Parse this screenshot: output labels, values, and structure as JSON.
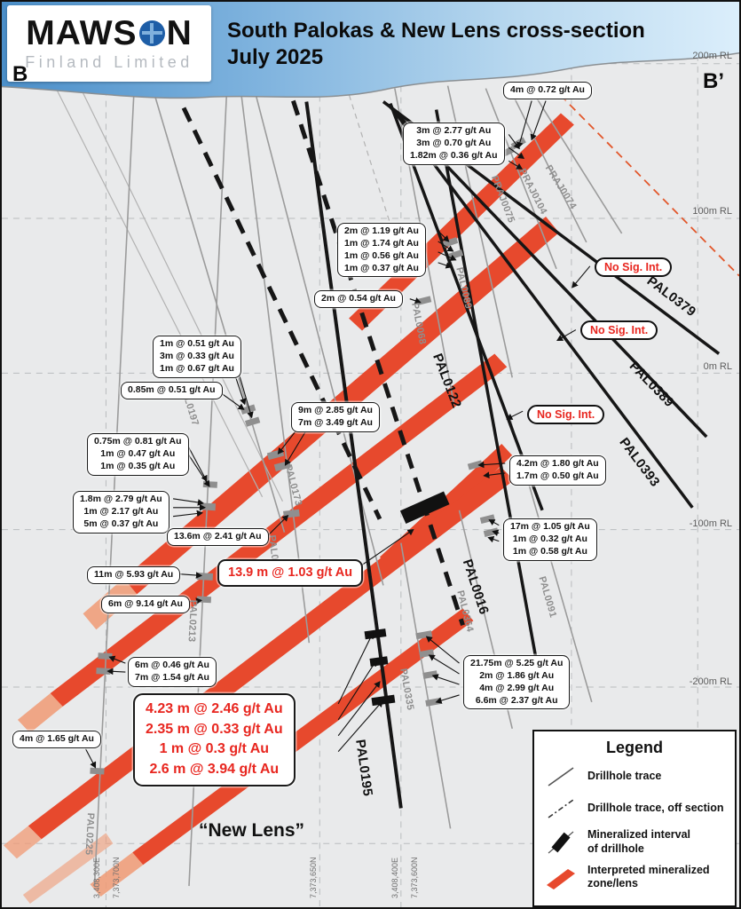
{
  "header": {
    "logo_text1": "MAWS",
    "logo_text2": "N",
    "logo_subtitle": "Finland Limited",
    "title_line1": "South Palokas & New Lens cross-section",
    "title_line2": "July 2025",
    "section_left": "B",
    "section_right": "B’"
  },
  "elevation_labels": [
    "200m RL",
    "100m RL",
    "0m RL",
    "-100m RL",
    "-200m RL"
  ],
  "coordinate_labels": [
    "3,408,300E",
    "7,373,700N",
    "7,373,650N",
    "3,408,400E",
    "7,373,600N"
  ],
  "no_sig_int": "No Sig. Int.",
  "new_lens_label": "“New Lens”",
  "callouts": {
    "c1": "4m @ 0.72 g/t Au",
    "c2": "3m @ 2.77 g/t Au\n3m @ 0.70 g/t Au\n1.82m @ 0.36 g/t Au",
    "c3": "2m @ 1.19 g/t Au\n1m @ 1.74 g/t Au\n1m @ 0.56 g/t Au\n1m @ 0.37 g/t Au",
    "c4": "2m @ 0.54 g/t Au",
    "c5": "1m @ 0.51 g/t Au\n3m @ 0.33 g/t Au\n1m @ 0.67 g/t Au",
    "c6": "0.85m @ 0.51 g/t Au",
    "c7": "9m @ 2.85 g/t Au\n7m @ 3.49 g/t Au",
    "c8": "0.75m @ 0.81 g/t Au\n1m @ 0.47 g/t Au\n1m @ 0.35 g/t Au",
    "c9": "1.8m @ 2.79 g/t Au\n1m @ 2.17 g/t Au\n5m @ 0.37 g/t Au",
    "c10": "13.6m @ 2.41 g/t Au",
    "c11": "11m @ 5.93 g/t Au",
    "c12": "6m @ 9.14 g/t Au",
    "c13": "4.2m @ 1.80 g/t Au\n1.7m @ 0.50 g/t Au",
    "c14": "17m @ 1.05 g/t Au\n1m @ 0.32 g/t Au\n1m @ 0.58 g/t Au",
    "c15": "6m @ 0.46 g/t Au\n7m @ 1.54 g/t Au",
    "c16": "21.75m @ 5.25 g/t Au\n2m @ 1.86 g/t Au\n4m @ 2.99 g/t Au\n6.6m @ 2.37 g/t Au",
    "c17": "4m @ 1.65 g/t Au",
    "red1": "13.9 m @ 1.03 g/t Au",
    "red2": "4.23 m @ 2.46 g/t Au\n2.35 m @ 0.33 g/t Au\n1 m @ 0.3 g/t Au\n2.6 m @ 3.94 g/t Au"
  },
  "drillholes": {
    "praj0074": "PRAJ0074",
    "praj0104": "PRAJ0104",
    "praj0075": "PRAJ0075",
    "pal0089": "PAL0089",
    "pal0068": "PAL0068",
    "pal0122": "PAL0122",
    "pal0379": "PAL0379",
    "pal0389": "PAL0389",
    "pal0393": "PAL0393",
    "pal0197": "PAL0197",
    "pal0173": "PAL0173",
    "pal0290": "PAL0290",
    "pal0213": "PAL0213",
    "pal0016": "PAL0016",
    "pal0091": "PAL0091",
    "pal0364": "PAL0364",
    "pal0335": "PAL0335",
    "pal0195": "PAL0195",
    "pal0225": "PAL0225"
  },
  "legend": {
    "title": "Legend",
    "items": [
      "Drillhole trace",
      "Drillhole trace, off section",
      "Mineralized interval\nof drillhole",
      "Interpreted mineralized\nzone/lens"
    ]
  },
  "colors": {
    "mineralized_red": "#e7492d",
    "accent_red": "#e8261f",
    "logo_blue": "#1e5ea7",
    "sky_left": "#4b8fc9",
    "sky_right": "#dbeefb"
  }
}
